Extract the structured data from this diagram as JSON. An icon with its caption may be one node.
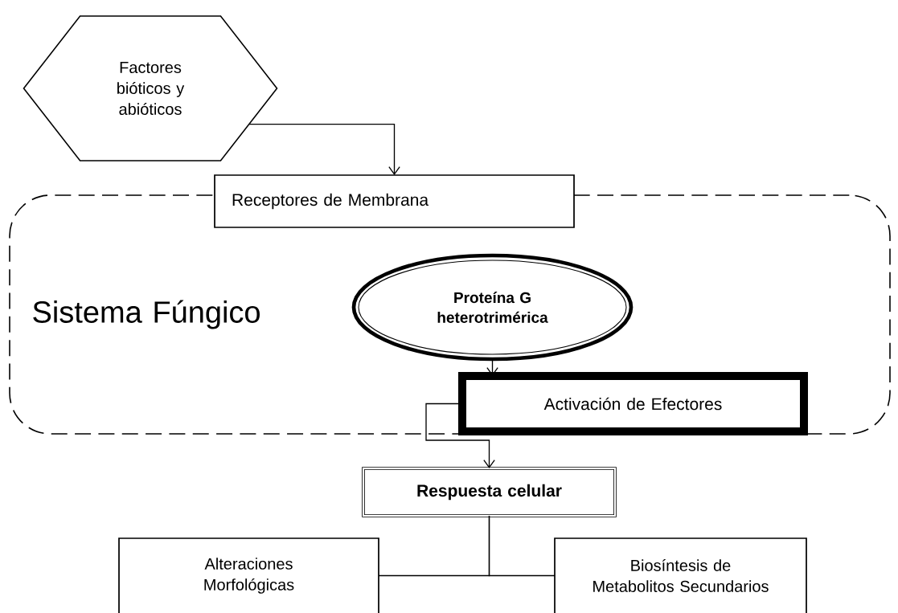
{
  "diagram": {
    "nodes": [
      {
        "text": [
          "Factores bióticos y abióticos"
        ]
      },
      {
        "text": [
          "Sistema Fúngico"
        ]
      },
      {
        "text": [
          "Receptores de Membrana"
        ]
      },
      {
        "text": [
          "Proteína G heterotrimérica"
        ],
        "in": 1
      },
      {
        "text": [
          "Activación de Efectores"
        ],
        "in": 1
      },
      {
        "text": [
          "Respuesta celular"
        ]
      },
      {
        "text": [
          "Alteraciones Morfológicas"
        ]
      },
      {
        "text": [
          "Biosíntesis de Metabolitos Secundarios"
        ]
      }
    ],
    "edges": [
      {
        "from": 0,
        "to": 2,
        "arrow": "to"
      },
      {
        "from": 3,
        "to": 4,
        "arrow": "to"
      },
      {
        "from": 4,
        "to": 5,
        "arrow": "to"
      },
      {
        "from": 5,
        "to": 6,
        "arrow": "none"
      },
      {
        "from": 5,
        "to": 7,
        "arrow": "none"
      }
    ]
  }
}
